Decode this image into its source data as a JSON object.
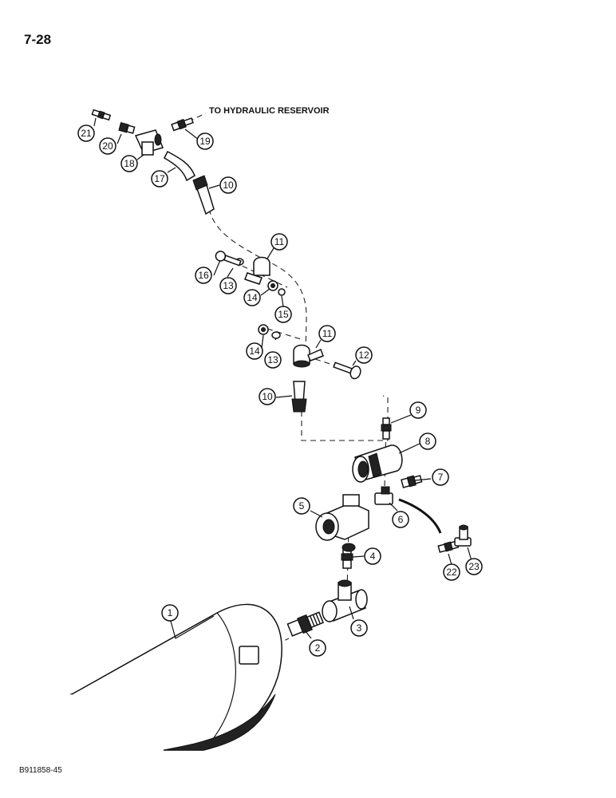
{
  "page": {
    "page_number": "7-28",
    "figure_code": "B911858-45"
  },
  "annotation": {
    "reservoir_note": "TO HYDRAULIC RESERVOIR"
  },
  "callouts": [
    {
      "id": "c1",
      "label": "1"
    },
    {
      "id": "c2",
      "label": "2"
    },
    {
      "id": "c3",
      "label": "3"
    },
    {
      "id": "c4",
      "label": "4"
    },
    {
      "id": "c5",
      "label": "5"
    },
    {
      "id": "c6",
      "label": "6"
    },
    {
      "id": "c7",
      "label": "7"
    },
    {
      "id": "c8",
      "label": "8"
    },
    {
      "id": "c9",
      "label": "9"
    },
    {
      "id": "c10a",
      "label": "10"
    },
    {
      "id": "c10b",
      "label": "10"
    },
    {
      "id": "c11a",
      "label": "11"
    },
    {
      "id": "c11b",
      "label": "11"
    },
    {
      "id": "c12",
      "label": "12"
    },
    {
      "id": "c13a",
      "label": "13"
    },
    {
      "id": "c13b",
      "label": "13"
    },
    {
      "id": "c14a",
      "label": "14"
    },
    {
      "id": "c14b",
      "label": "14"
    },
    {
      "id": "c15",
      "label": "15"
    },
    {
      "id": "c16",
      "label": "16"
    },
    {
      "id": "c17",
      "label": "17"
    },
    {
      "id": "c18",
      "label": "18"
    },
    {
      "id": "c19",
      "label": "19"
    },
    {
      "id": "c20",
      "label": "20"
    },
    {
      "id": "c21",
      "label": "21"
    },
    {
      "id": "c22",
      "label": "22"
    },
    {
      "id": "c23",
      "label": "23"
    }
  ]
}
